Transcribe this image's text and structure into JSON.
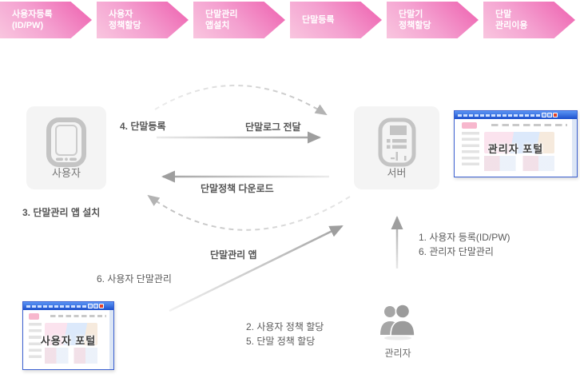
{
  "flow": {
    "steps": [
      {
        "label": "사용자등록\n(ID/PW)"
      },
      {
        "label": "사용자\n정책할당"
      },
      {
        "label": "단말관리\n앱설치"
      },
      {
        "label": "단말등록"
      },
      {
        "label": "단말기\n정책할당"
      },
      {
        "label": "단말\n관리이용"
      }
    ]
  },
  "nodes": {
    "user": {
      "label": "사용자"
    },
    "server": {
      "label": "서버"
    },
    "admin": {
      "label": "관리자"
    }
  },
  "portals": {
    "user_portal": {
      "title": "사용자 포털"
    },
    "admin_portal": {
      "title": "관리자 포털"
    }
  },
  "annotations": {
    "device_register": "4. 단말등록",
    "device_log": "단말로그 전달",
    "policy_download": "단말정책 다운로드",
    "app_install": "3. 단말관리 앱 설치",
    "mdm_app": "단말관리 앱",
    "user_device_mgmt": "6. 사용자 단말관리",
    "user_register": "1. 사용자 등록(ID/PW)",
    "admin_device_mgmt": "6. 관리자 단말관리",
    "user_policy": "2. 사용자 정책 할당",
    "device_policy": "5. 단말 정책 할당"
  },
  "colors": {
    "accent_pink_light": "#f9c6df",
    "accent_pink": "#ee5fae",
    "box_gray": "#f4f4f4",
    "icon_gray": "#c2c2c2",
    "arrow_gray": "#a2a2a2",
    "dash_gray": "#c6c6c6",
    "text_gray": "#5a5a5a",
    "titlebar_blue": "#1c4ecb"
  }
}
